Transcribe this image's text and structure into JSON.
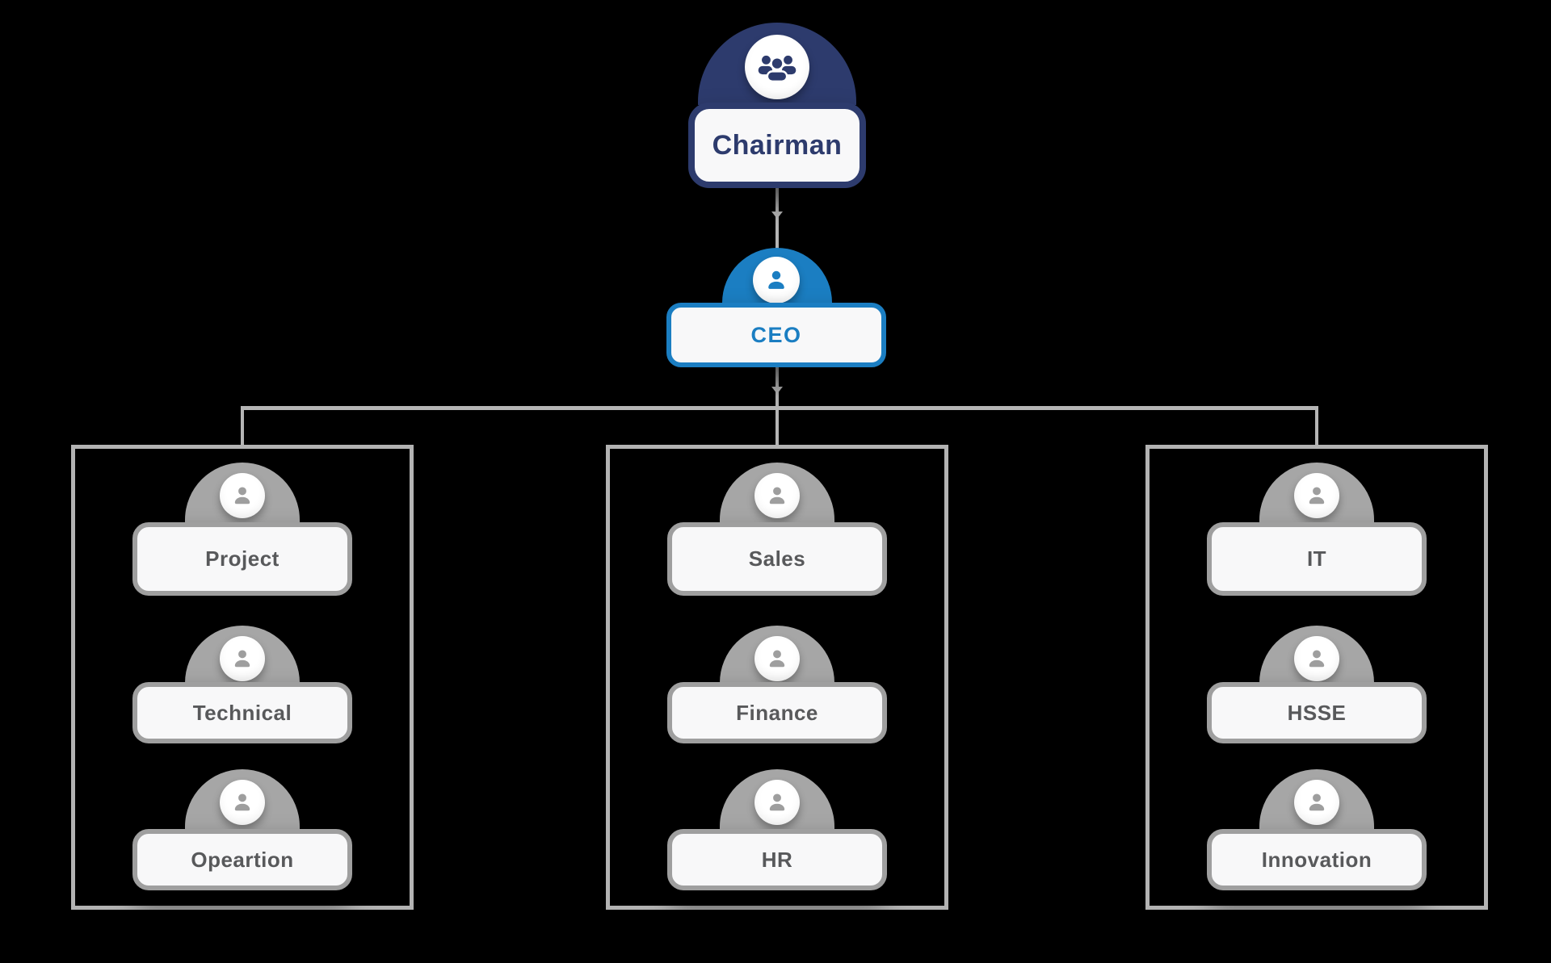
{
  "colors": {
    "background": "#000000",
    "navy": "#2d3b6d",
    "blue": "#1b7ec2",
    "gray_dome": "#a6a6a6",
    "gray_border": "#9f9f9f",
    "gray_icon": "#9e9e9e",
    "gray_text": "#58595b",
    "line": "#b5b5b5",
    "container_border": "#b3b3b3",
    "card_bg": "#f8f8f9"
  },
  "chart": {
    "root": {
      "label": "Chairman",
      "icon": "group-icon"
    },
    "executive": {
      "label": "CEO",
      "icon": "person-icon"
    },
    "columns": [
      {
        "items": [
          {
            "label": "Project",
            "icon": "person-icon"
          },
          {
            "label": "Technical",
            "icon": "person-icon"
          },
          {
            "label": "Opeartion",
            "icon": "person-icon"
          }
        ]
      },
      {
        "items": [
          {
            "label": "Sales",
            "icon": "person-icon"
          },
          {
            "label": "Finance",
            "icon": "person-icon"
          },
          {
            "label": "HR",
            "icon": "person-icon"
          }
        ]
      },
      {
        "items": [
          {
            "label": "IT",
            "icon": "person-icon"
          },
          {
            "label": "HSSE",
            "icon": "person-icon"
          },
          {
            "label": "Innovation",
            "icon": "person-icon"
          }
        ]
      }
    ]
  }
}
